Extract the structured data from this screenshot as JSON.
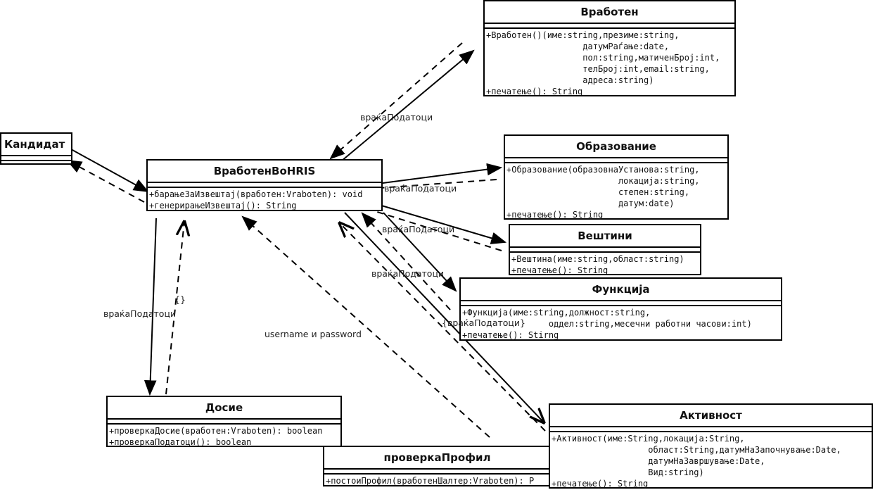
{
  "classes": {
    "vraboten": {
      "name": "Вработен",
      "operations": [
        "+Вработен()(име:string,презиме:string,",
        "                   датумРаѓање:date,",
        "                   пол:string,матиченБрој:int,",
        "                   телБрој:int,email:string,",
        "                   адреса:string)",
        "+печатење(): String"
      ]
    },
    "kandidat": {
      "name": "Кандидат",
      "operations": []
    },
    "vrabotenVoHRIS": {
      "name": "ВработенВоHRIS",
      "operations": [
        "+барањеЗаИзвештај(вработен:Vraboten): void",
        "+генерирањеИзвештај(): String"
      ]
    },
    "obrazovanie": {
      "name": "Образование",
      "operations": [
        "+Образование(образовнаУстанова:string,",
        "                      локација:string,",
        "                      степен:string,",
        "                      датум:date)",
        "+печатење(): String"
      ]
    },
    "veshtini": {
      "name": "Вештини",
      "operations": [
        "+Вештина(име:string,област:string)",
        "+печатење(): String"
      ]
    },
    "funkcija": {
      "name": "Функција",
      "operations": [
        "+Функција(име:string,должност:string,",
        "                 оддел:string,месечни работни часови:int)",
        "+печатење(): Stirng"
      ]
    },
    "dosie": {
      "name": "Досие",
      "operations": [
        "+проверкаДосие(вработен:Vraboten): boolean",
        "+проверкаПодатоци(): boolean"
      ]
    },
    "proverkaProfil": {
      "name": "проверкаПрофил",
      "operations": [
        "+постоиПрофил(вработенШалтер:Vraboten): P"
      ]
    },
    "aktivnost": {
      "name": "Активност",
      "operations": [
        "+Активност(име:String,локација:String,",
        "                   област:String,датумНаЗапочнување:Date,",
        "                   датумНаЗавршување:Date,",
        "                   Вид:string)",
        "+печатење(): String"
      ]
    }
  },
  "edge_labels": {
    "vraboten_return": "враќаПодатоци",
    "obrazovanie_return": "враќаПодатоци",
    "veshtini_return": "враќаПодатоци",
    "funkcija_return": "враќаПодатоци",
    "aktivnost_return": "{враќаПодатоци}",
    "dosie_call": "враќаПодатоци",
    "dosie_return": "{}",
    "profil_return": "username и password"
  }
}
